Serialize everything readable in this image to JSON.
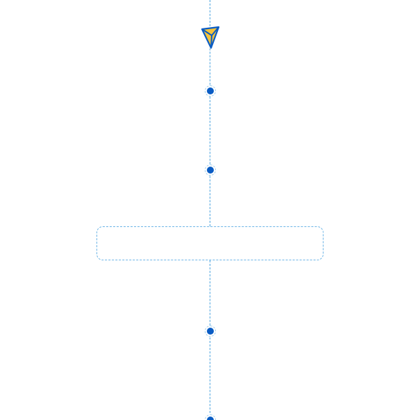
{
  "canvas": {
    "line_color": "#4aa3df",
    "node_color": "#0a5cc4",
    "box_border_color": "#6bb4e6",
    "background": "#ffffff"
  },
  "icons": {
    "start": "paper-plane-icon",
    "step": "step-dot-icon"
  },
  "nodes": [
    "step",
    "step",
    "step",
    "step"
  ],
  "placeholder_box": {
    "text": ""
  }
}
